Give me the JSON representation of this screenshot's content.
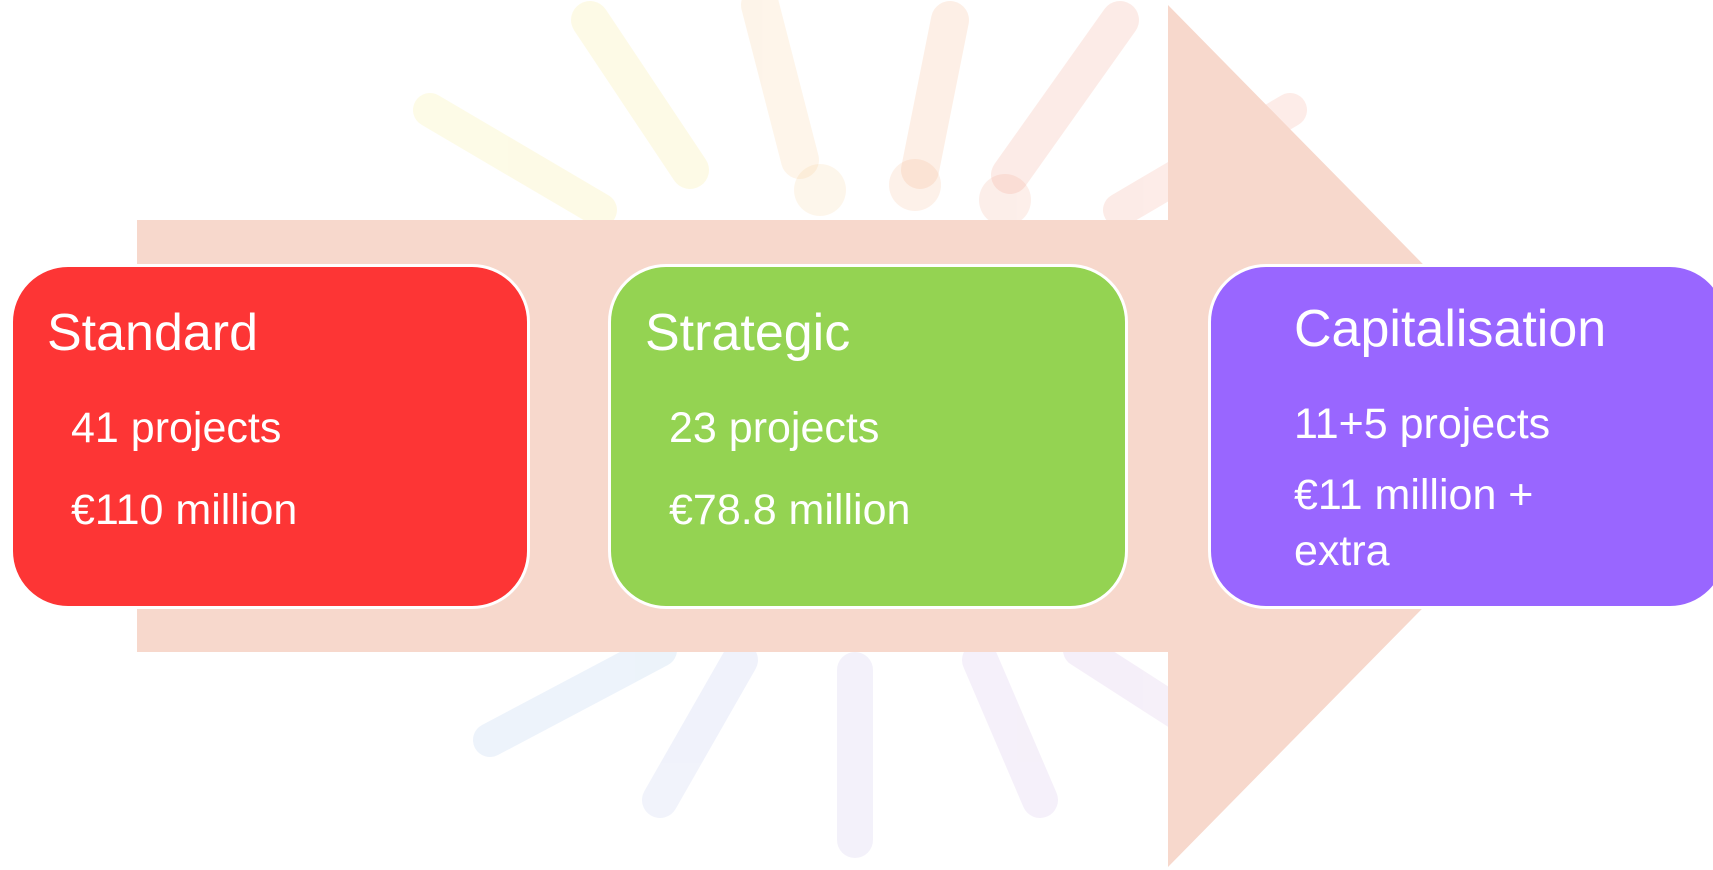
{
  "colors": {
    "arrow": "#f7d8cc",
    "standard": "#fd3535",
    "strategic": "#94d352",
    "capitalisation": "#9966ff",
    "text": "#ffffff"
  },
  "boxes": {
    "standard": {
      "title": "Standard",
      "projects": "41 projects",
      "budget": "€110 million"
    },
    "strategic": {
      "title": "Strategic",
      "projects": "23 projects",
      "budget": "€78.8 million"
    },
    "capitalisation": {
      "title": "Capitalisation",
      "projects": "11+5 projects",
      "budget": "€11 million + extra"
    }
  }
}
